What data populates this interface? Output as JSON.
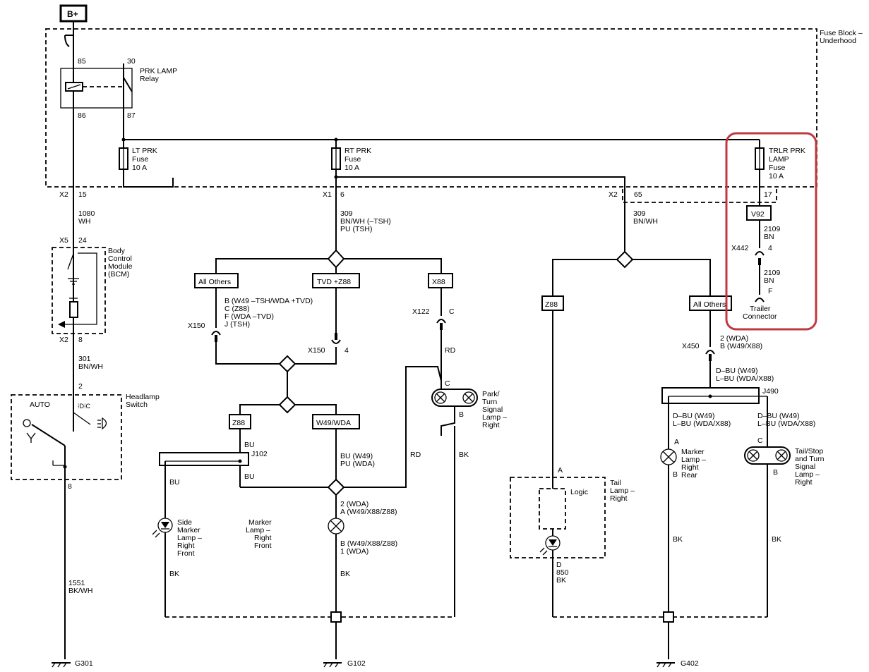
{
  "colors": {
    "highlight": "#c0393f",
    "line": "#000000",
    "background": "#ffffff"
  },
  "power": {
    "label": "B+"
  },
  "fuse_block": {
    "title": "Fuse Block –",
    "title2": "Underhood"
  },
  "relay": {
    "pin85": "85",
    "pin30": "30",
    "pin86": "86",
    "pin87": "87",
    "name1": "PRK LAMP",
    "name2": "Relay"
  },
  "fuses": {
    "lt": {
      "name": "LT PRK",
      "word": "Fuse",
      "rating": "10 A"
    },
    "rt": {
      "name": "RT PRK",
      "word": "Fuse",
      "rating": "10 A"
    },
    "trlr": {
      "name": "TRLR PRK",
      "word": "LAMP",
      "word2": "Fuse",
      "rating": "10 A"
    }
  },
  "connectors": {
    "x2_15": {
      "conn": "X2",
      "pin": "15"
    },
    "x1_6": {
      "conn": "X1",
      "pin": "6"
    },
    "x2_65": {
      "conn": "X2",
      "pin": "65"
    },
    "trlr_17": {
      "pin": "17"
    },
    "x5_24": {
      "conn": "X5",
      "pin": "24"
    },
    "x2_8": {
      "conn": "X2",
      "pin": "8"
    },
    "hs_2": {
      "pin": "2"
    },
    "hs_8": {
      "pin": "8"
    },
    "x122": {
      "conn": "X122",
      "pin": "C"
    },
    "x150a": {
      "conn": "X150"
    },
    "x150b": {
      "conn": "X150",
      "pin": "4"
    },
    "x442": {
      "conn": "X442",
      "pin": "4"
    },
    "x450": {
      "conn": "X450"
    },
    "trailer_f": {
      "pin": "F"
    }
  },
  "wires": {
    "w1080": {
      "num": "1080",
      "color": "WH"
    },
    "w309a": {
      "num": "309",
      "color": "BN/WH (–TSH)",
      "color2": "PU (TSH)"
    },
    "w309b": {
      "num": "309",
      "color": "BN/WH"
    },
    "w2109a": {
      "num": "2109",
      "color": "BN"
    },
    "w2109b": {
      "num": "2109",
      "color": "BN"
    },
    "w301": {
      "num": "301",
      "color": "BN/WH"
    },
    "w1551": {
      "num": "1551",
      "color": "BK/WH"
    },
    "w850": {
      "pin": "D",
      "num": "850",
      "color": "BK"
    }
  },
  "options": {
    "all_others_1": "All Others",
    "tvd": "TVD +Z88",
    "x88": "X88",
    "z88_a": "Z88",
    "w49wda": "W49/WDA",
    "z88_b": "Z88",
    "all_others_2": "All Others",
    "v92": "V92"
  },
  "notes": {
    "x150_pins": [
      "B (W49 –TSH/WDA +TVD)",
      "C (Z88)",
      "F (WDA –TVD)",
      "J (TSH)"
    ],
    "bu": "BU",
    "j102": "J102",
    "bu2": "BU",
    "bu_left": "BU",
    "bu_w49": "BU (W49)",
    "pu_wda": "PU (WDA)",
    "rd1": "RD",
    "rd2": "RD",
    "bk1": "BK",
    "bk2": "BK",
    "bk3": "BK",
    "bk4": "BK",
    "bk5": "BK",
    "mk_pins_top1": "2 (WDA)",
    "mk_pins_top2": "A (W49/X88/Z88)",
    "mk_pins_bot1": "B (W49/X88/Z88)",
    "mk_pins_bot2": "1 (WDA)",
    "park_c": "C",
    "park_b": "B",
    "x450_pins1": "2 (WDA)",
    "x450_pins2": "B (W49/X88)",
    "dbu1": "D–BU (W49)",
    "dbu2": "L–BU (WDA/X88)",
    "j490": "J490",
    "dbu3": "D–BU (W49)",
    "dbu4": "L–BU (WDA/X88)",
    "dbu5": "D–BU (W49)",
    "dbu6": "L–BU (WDA/X88)",
    "marker_a": "A",
    "marker_b": "B",
    "tail_c": "C",
    "tail_b": "B",
    "tail_a": "A"
  },
  "components": {
    "bcm": [
      "Body",
      "Control",
      "Module",
      "(BCM)"
    ],
    "headlamp": [
      "Headlamp",
      "Switch"
    ],
    "auto": "AUTO",
    "side_marker": [
      "Side",
      "Marker",
      "Lamp –",
      "Right",
      "Front"
    ],
    "marker_front": [
      "Marker",
      "Lamp –",
      "Right",
      "Front"
    ],
    "park_turn": [
      "Park/",
      "Turn",
      "Signal",
      "Lamp –",
      "Right"
    ],
    "tail_lamp": [
      "Tail",
      "Lamp –",
      "Right"
    ],
    "logic": "Logic",
    "marker_rear": [
      "Marker",
      "Lamp –",
      "Right",
      "Rear"
    ],
    "tail_stop": [
      "Tail/Stop",
      "and Turn",
      "Signal",
      "Lamp –",
      "Right"
    ],
    "trailer": [
      "Trailer",
      "Connector"
    ]
  },
  "grounds": {
    "g301": "G301",
    "g102": "G102",
    "g402": "G402"
  }
}
